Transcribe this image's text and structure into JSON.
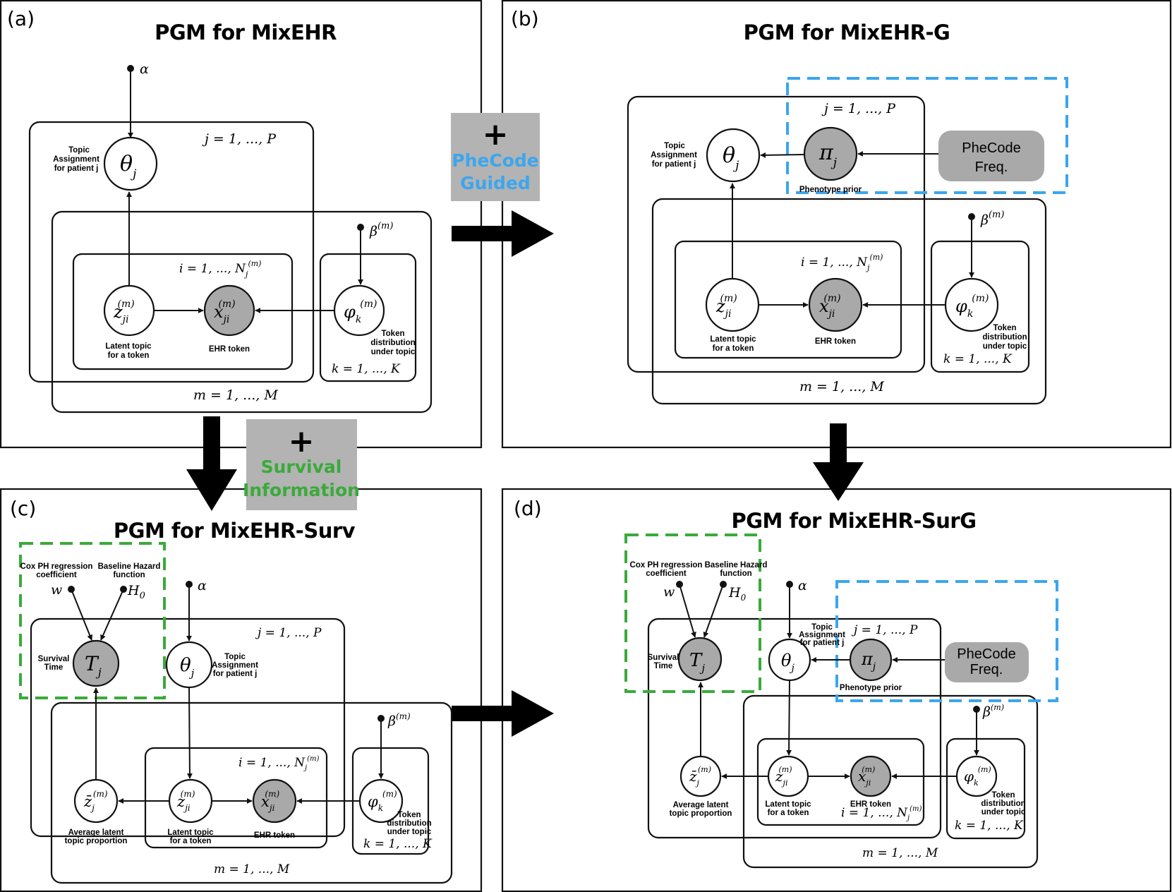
{
  "panels": {
    "a": {
      "label": "(a)",
      "title": "PGM for MixEHR"
    },
    "b": {
      "label": "(b)",
      "title": "PGM for MixEHR-G"
    },
    "c": {
      "label": "(c)",
      "title": "PGM for MixEHR-Surv"
    },
    "d": {
      "label": "(d)",
      "title": "PGM for MixEHR-SurG"
    }
  },
  "badges": {
    "phecode_plus": "+",
    "phecode_line1": "PheCode",
    "phecode_line2": "Guided",
    "survival_plus": "+",
    "survival_line1": "Survival",
    "survival_line2": "Information",
    "phecode_color": "#3ba6ee",
    "survival_color": "#3aaa3a",
    "badge_bg": "#b3b3b3"
  },
  "labels": {
    "topic_assign_1": "Topic",
    "topic_assign_2": "Assignment",
    "topic_assign_3": "for patient j",
    "latent_1": "Latent topic",
    "latent_2": "for a token",
    "ehr_token": "EHR token",
    "token_dist_1": "Token",
    "token_dist_2": "distribution",
    "token_dist_3": "under topic",
    "phenotype_prior": "Phenotype prior",
    "phecode_freq_1": "PheCode",
    "phecode_freq_2": "Freq.",
    "cox_1": "Cox PH regression",
    "cox_2": "coefficient",
    "hazard_1": "Baseline Hazard",
    "hazard_2": "function",
    "survival_1": "Survival",
    "survival_2": "Time",
    "avg_1": "Average latent",
    "avg_2": "topic proportion"
  },
  "math": {
    "alpha": "α",
    "beta": "β",
    "beta_sup": "(m)",
    "theta": "θ",
    "pi": "π",
    "z": "z",
    "x": "x",
    "phi": "φ",
    "T": "T",
    "zbar": "z̄",
    "w": "w",
    "H": "H",
    "sub_j": "j",
    "sub_ji": "ji",
    "sub_k": "k",
    "sub_0": "0",
    "sup_m": "(m)",
    "plate_j": "j = 1, ..., P",
    "plate_i": "i = 1, ..., N",
    "plate_i_sub": "j",
    "plate_i_sup": "(m)",
    "plate_k": "k = 1, ..., K",
    "plate_m": "m = 1, ..., M"
  }
}
